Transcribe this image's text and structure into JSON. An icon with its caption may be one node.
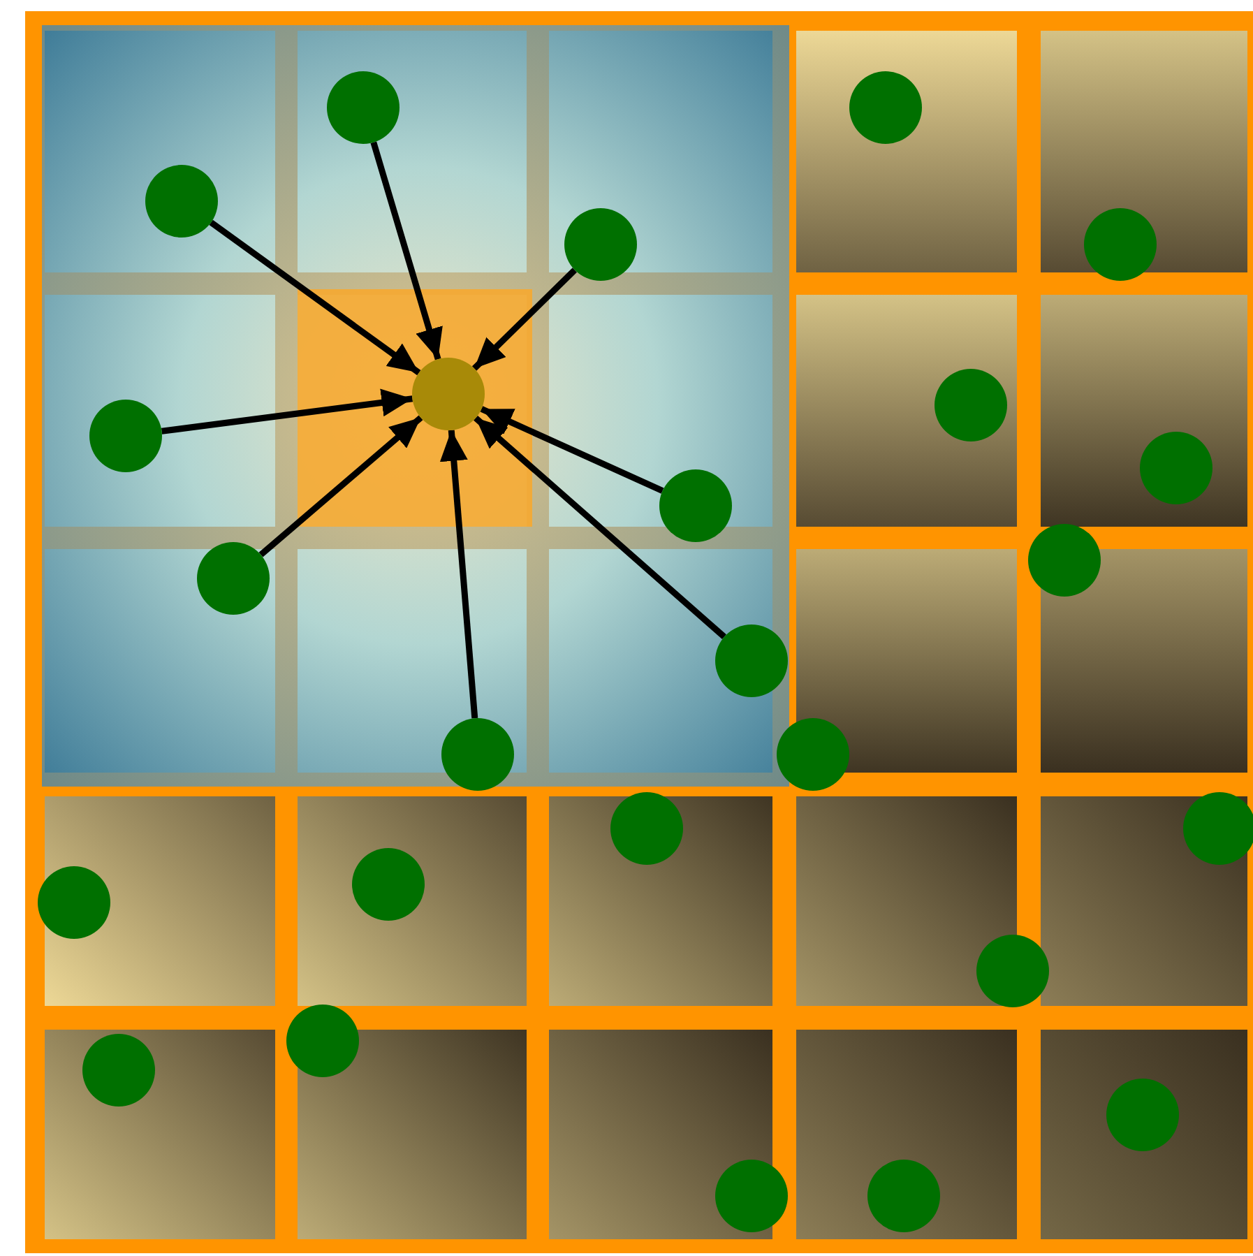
{
  "diagram": {
    "nodes": [
      {
        "text": [],
        "shape": "circle"
      },
      {
        "text": [],
        "shape": "circle"
      },
      {
        "text": [],
        "shape": "circle"
      },
      {
        "text": [],
        "shape": "circle"
      },
      {
        "text": [],
        "shape": "circle"
      },
      {
        "text": [],
        "shape": "circle"
      },
      {
        "text": [],
        "shape": "circle"
      },
      {
        "text": [],
        "shape": "circle"
      },
      {
        "text": [],
        "shape": "circle"
      },
      {
        "text": [],
        "shape": "circle"
      },
      {
        "text": [],
        "shape": "circle"
      },
      {
        "text": [],
        "shape": "circle"
      },
      {
        "text": [],
        "shape": "circle"
      },
      {
        "text": [],
        "shape": "circle"
      },
      {
        "text": [],
        "shape": "circle"
      },
      {
        "text": [],
        "shape": "circle"
      },
      {
        "text": [],
        "shape": "circle"
      },
      {
        "text": [],
        "shape": "circle"
      },
      {
        "text": [],
        "shape": "circle"
      },
      {
        "text": [],
        "shape": "circle"
      },
      {
        "text": [],
        "shape": "circle"
      },
      {
        "text": [],
        "shape": "circle"
      },
      {
        "text": [],
        "shape": "circle"
      },
      {
        "text": [],
        "shape": "circle"
      },
      {
        "text": [],
        "shape": "circle"
      }
    ],
    "edges": [
      {
        "from": 0,
        "to": 5,
        "arrow": "to"
      },
      {
        "from": 2,
        "to": 5,
        "arrow": "to"
      },
      {
        "from": 3,
        "to": 5,
        "arrow": "to"
      },
      {
        "from": 7,
        "to": 5,
        "arrow": "to"
      },
      {
        "from": 9,
        "to": 5,
        "arrow": "to"
      },
      {
        "from": 11,
        "to": 5,
        "arrow": "to"
      },
      {
        "from": 12,
        "to": 5,
        "arrow": "to"
      },
      {
        "from": 13,
        "to": 5,
        "arrow": "to"
      }
    ]
  }
}
